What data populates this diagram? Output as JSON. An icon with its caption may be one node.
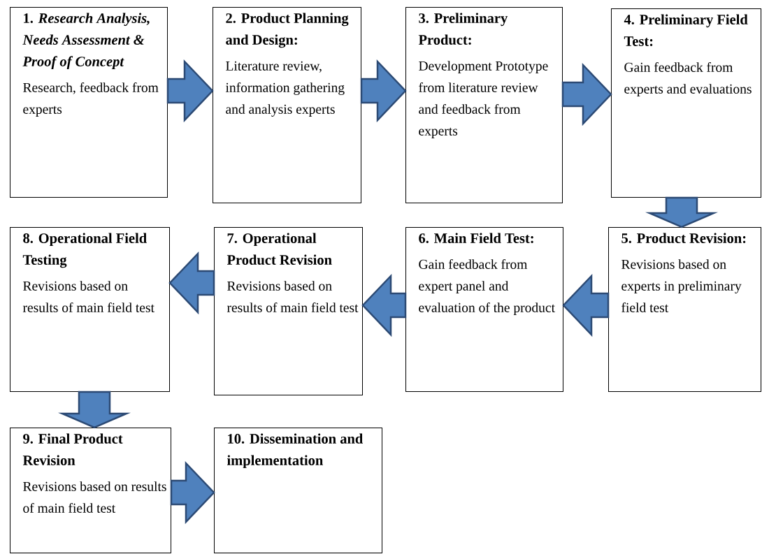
{
  "diagram": {
    "nodes": [
      {
        "text": [
          "1. *Research Analysis, Needs Assessment & Proof of Concept*",
          "Research, feedback from experts"
        ]
      },
      {
        "text": [
          "2. Product Planning and Design:",
          "Literature review, information gathering and analysis experts"
        ]
      },
      {
        "text": [
          "3. Preliminary Product:",
          "Development Prototype from literature review and feedback from experts"
        ]
      },
      {
        "text": [
          "4. Preliminary Field Test:",
          "Gain feedback from experts and evaluations"
        ]
      },
      {
        "text": [
          "5. Product Revision:",
          "Revisions based on experts in preliminary field test"
        ]
      },
      {
        "text": [
          "6. Main Field Test:",
          "Gain feedback from expert panel and evaluation of the product"
        ]
      },
      {
        "text": [
          "7. Operational Product Revision",
          "Revisions based on results of main field test"
        ]
      },
      {
        "text": [
          "8. Operational Field Testing",
          "Revisions based on results of main field test"
        ]
      },
      {
        "text": [
          "9. Final Product Revision",
          "Revisions based on results of main field test"
        ]
      },
      {
        "text": [
          "10. Dissemination and implementation"
        ]
      }
    ],
    "edges": [
      {
        "from": 0,
        "to": 1,
        "arrow": "to"
      },
      {
        "from": 1,
        "to": 2,
        "arrow": "to"
      },
      {
        "from": 2,
        "to": 3,
        "arrow": "to"
      },
      {
        "from": 3,
        "to": 4,
        "arrow": "to"
      },
      {
        "from": 4,
        "to": 5,
        "arrow": "to"
      },
      {
        "from": 5,
        "to": 6,
        "arrow": "to"
      },
      {
        "from": 6,
        "to": 7,
        "arrow": "to"
      },
      {
        "from": 7,
        "to": 8,
        "arrow": "to"
      },
      {
        "from": 8,
        "to": 9,
        "arrow": "to"
      }
    ]
  }
}
